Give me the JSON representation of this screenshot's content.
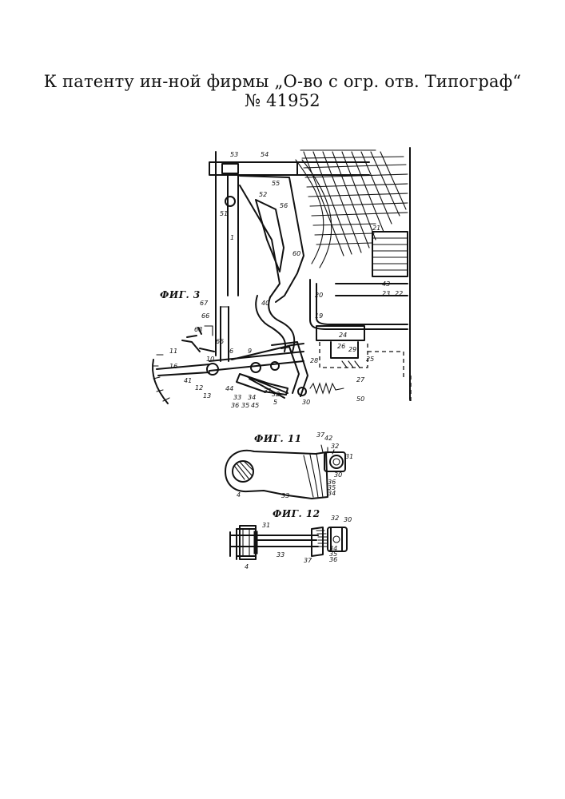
{
  "header": {
    "line1": "К патенту ин-ной фирмы „О-во с огр. отв. Типограф“",
    "line2": "№ 41952"
  },
  "figures": {
    "fig3": "ФИГ. 3",
    "fig11": "ФИГ. 11",
    "fig12": "ФИГ. 12"
  },
  "fig3_numbers": [
    "53",
    "54",
    "55",
    "52",
    "56",
    "51",
    "1",
    "40",
    "67",
    "66",
    "65",
    "68",
    "10",
    "11",
    "16",
    "9",
    "6",
    "43",
    "29",
    "28",
    "27",
    "25",
    "24",
    "26",
    "23",
    "22",
    "21",
    "20",
    "19",
    "41",
    "12",
    "13",
    "44",
    "33",
    "34",
    "36",
    "35",
    "45",
    "30",
    "31",
    "32",
    "5",
    "60",
    "50"
  ],
  "fig11_numbers": [
    "37",
    "42",
    "32",
    "31",
    "30",
    "36",
    "35",
    "34",
    "33",
    "4"
  ],
  "fig12_numbers": [
    "32",
    "30",
    "31",
    "33",
    "34",
    "35",
    "36",
    "37",
    "4"
  ]
}
